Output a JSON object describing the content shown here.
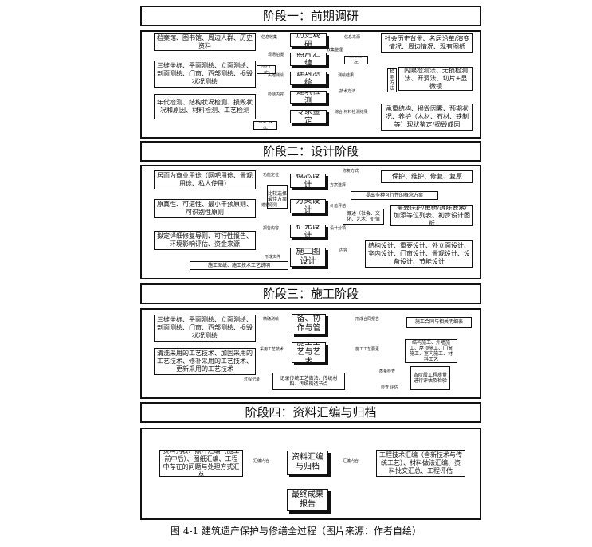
{
  "caption": "图 4-1 建筑遗产保护与修缮全过程（图片来源：作者自绘）",
  "stage1": {
    "title": "阶段一：前期调研",
    "left": {
      "archive": "档案馆、图书馆、周边人群、历史资料",
      "survey": "三维坐标、平面测绘、立面测绘、剖面测绘、门窗、西部测绘、损毁状况测绘",
      "detect": "年代检测、结构状况检测、损毁状况和原因、材料检测、工艺检测"
    },
    "center": {
      "history": "历史观研",
      "photo": "照片汇编",
      "survey": "建筑测绘",
      "detect": "建筑检测",
      "expert": "专家鉴定"
    },
    "small": {
      "photo_lib": "照片库",
      "report": "测绘报告",
      "detect_report": "鉴定报告"
    },
    "right": {
      "history": "社会历史背景、名居沿革/演变情况、周边情况、现有图纸",
      "detect": "内限检测法、无损检测法、开洞法、切片+显微镜",
      "expert": "承重结构、损毁因素、预期状况、养护（木材、石材、铁制等）现状鉴定/损毁成因"
    },
    "side_tag": "检测方法",
    "labels": {
      "a1": "信息收集",
      "a2": "信息来源",
      "a3": "实地测绘",
      "a4": "现场拍摄",
      "a5": "收集整理",
      "a6": "技术方法",
      "a7": "检测内容",
      "a8": "测绘结果",
      "a9": "综合  材料检测结果"
    }
  },
  "stage2": {
    "title": "阶段二：设计阶段",
    "left": {
      "purpose": "居而为商业用途（网吧用途、景观用途、私人使用）",
      "principle": "原真性、可逆性、最小干预原则、可识别性原则",
      "plan": "拟定详细修复导则、可行性报告、环境影响评估、资金来源"
    },
    "center": {
      "concept": "概念设计",
      "scheme": "方案设计",
      "expand": "扩充设计",
      "construct": "施工图设计"
    },
    "mid_box": "比较选择最佳方案",
    "note_box": "提出多种可行性的概念方案",
    "small_box": "概述（社会、文化、艺术）价值",
    "right": {
      "method": "保护、维护、修复、复原",
      "requirement": "需要保护/更新/拆除要素/加添等位列表、初步设计图纸",
      "detail": "结构设计、重要设计、外立面设计、室内设计、门窗设计、景观设计、设备设计、节能设计"
    },
    "bottom_box": "施工图纸、施工技术工艺说明",
    "labels": {
      "b1": "功能定位",
      "b2": "修复方式",
      "b3": "方案选择",
      "b4": "遵循原则",
      "b5": "价值评估",
      "b6": "报告内容",
      "b7": "设计分项",
      "b8": "形成文件",
      "b9": "内容"
    }
  },
  "stage3": {
    "title": "阶段三：施工阶段",
    "left": {
      "survey": "三维坐标、平面测绘、立面测绘、剖面测绘、门窗、西部测绘、损毁状况测绘",
      "tech": "清洗采用的工艺技术、加固采用的工艺技术、修补采用的工艺技术、更新采用的工艺技术"
    },
    "center": {
      "prep": "施工准备、协作与管理",
      "craft": "施工工艺与艺术",
      "record": "记录传统工艺做法、传统材料、传统构造节点"
    },
    "right": {
      "plan": "施工合同与相关明细表",
      "content": "结构施工、外墙施工、屋顶施工、门窗施工、室内施工、材料工艺",
      "inspect": "各阶段工程质量进行评估及检验"
    },
    "labels": {
      "c1": "精确测绘",
      "c2": "形成合同报告",
      "c3": "采用工艺技术",
      "c4": "施工工艺要素",
      "c5": "过程记录",
      "c6": "质量检查",
      "c7": "检查  评估"
    }
  },
  "stage4": {
    "title": "阶段四：资料汇编与归档",
    "left": "资料列表、照片汇编（施工前中后）、图纸汇编、工程中存在的问题与处理方式汇总",
    "center": "资料汇编与归档",
    "right": "工程技术汇编（含新技术与传统工艺）、材料做法汇编、资料批文汇总、工程评估",
    "bottom": "最终成果报告",
    "labels": {
      "d1": "汇编内容",
      "d2": "汇编内容"
    }
  }
}
